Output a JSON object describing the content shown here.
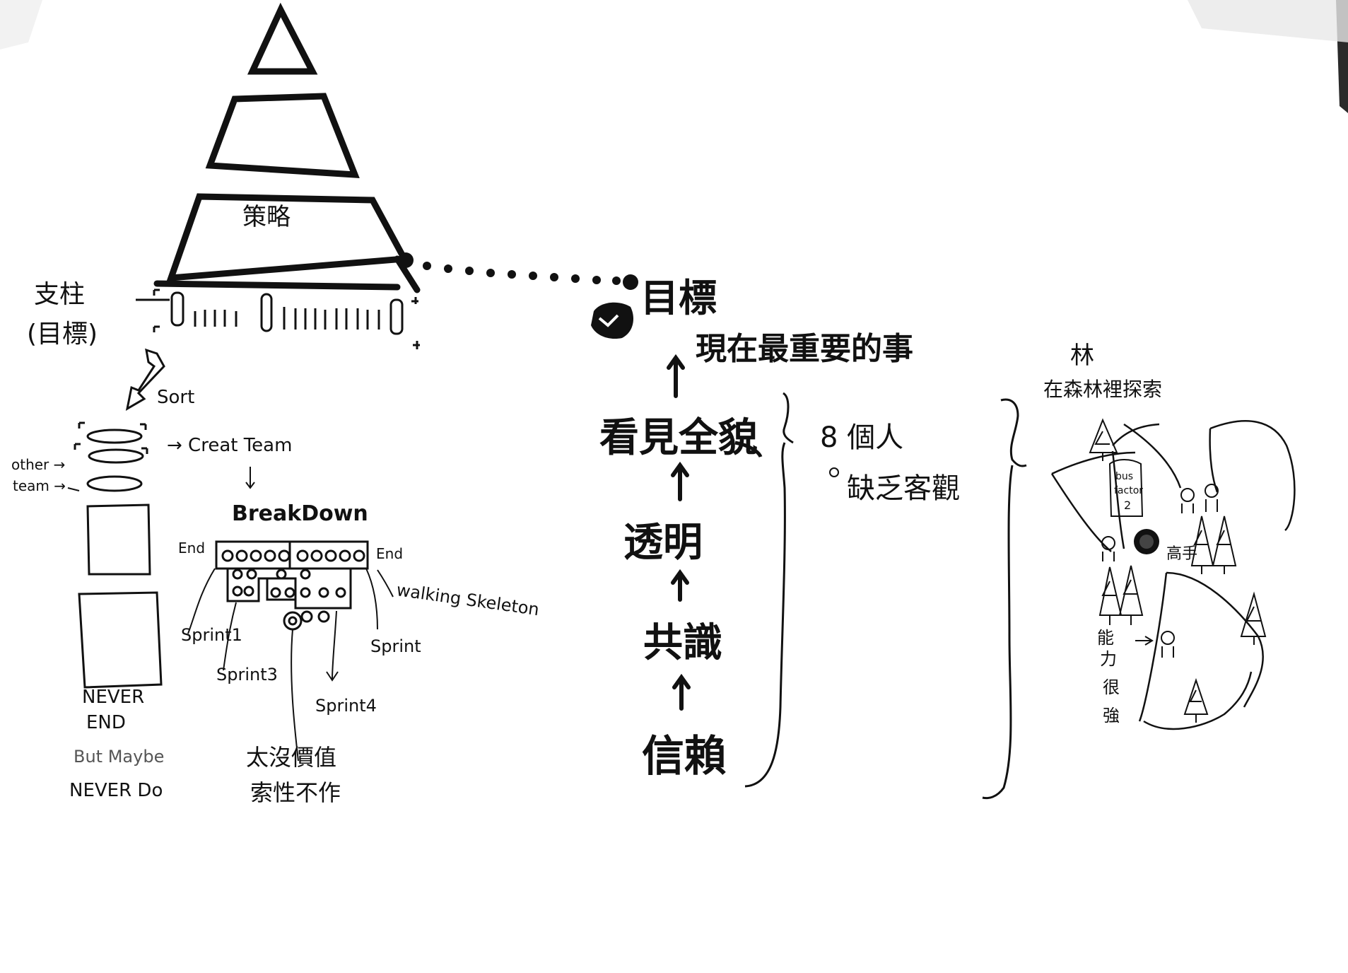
{
  "pyramid": {
    "strategy_label": "策略",
    "pillars_label_line1": "支柱",
    "pillars_label_line2": "(目標)"
  },
  "backlog": {
    "sort_label": "Sort",
    "other_team_line1": "other →",
    "other_team_line2": "team →",
    "create_team_label": "→ Creat Team",
    "breakdown_label": "BreakDown",
    "end_left": "End",
    "end_right": "End",
    "walking_skeleton": "walking Skeleton",
    "sprint1": "Sprint1",
    "sprint2": "Sprint",
    "sprint3": "Sprint3",
    "sprint4": "Sprint4",
    "never_end_line1": "NEVER",
    "never_end_line2": "END",
    "but_maybe": "But Maybe",
    "never_do": "NEVER Do",
    "no_value_line1": "太沒價值",
    "no_value_line2": "索性不作"
  },
  "chain": {
    "goal": "目標",
    "most_important": "現在最重要的事",
    "see_whole": "看見全貌",
    "transparency": "透明",
    "consensus": "共識",
    "trust": "信賴",
    "individual": "8 個人",
    "lack_objective": "缺乏客觀"
  },
  "forest": {
    "title_line1": "林",
    "title_line2": "在森林裡探索",
    "bus_factor_line1": "bus",
    "bus_factor_line2": "factor",
    "bus_factor_value": "2",
    "tall_label": "高手",
    "strong_line1": "能",
    "strong_line2": "力",
    "strong_line3": "很",
    "strong_line4": "強"
  }
}
